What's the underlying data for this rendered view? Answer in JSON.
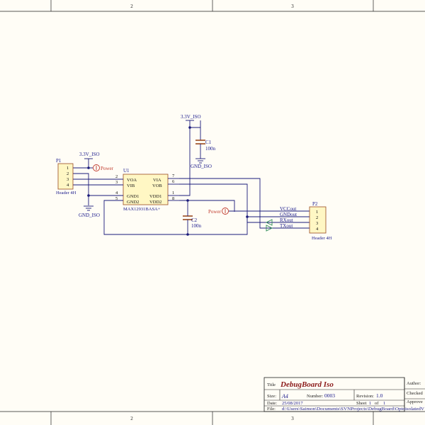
{
  "colors": {
    "background": "#fffdf6",
    "frame": "#222222",
    "wire": "#1a1a7a",
    "component": "#9a4a1e",
    "text_blue": "#1a1a8c",
    "text_red": "#c0392b",
    "title_red": "#8b1a1a",
    "green": "#2e8b57",
    "header_fill": "#fff7c4",
    "ic_fill": "#fff7c4"
  },
  "frame": {
    "top_zones": [
      "2",
      "3"
    ],
    "bottom_zones": [
      "2",
      "3"
    ]
  },
  "power_labels": {
    "p1_supply": "3.3V_ISO",
    "p1_ground": "GND_ISO",
    "c1_supply": "3.3V_ISO",
    "c1_ground": "GND_ISO"
  },
  "p1": {
    "designator": "P1",
    "name": "Header 4H",
    "pins": [
      "1",
      "2",
      "3",
      "4"
    ]
  },
  "p2": {
    "designator": "P2",
    "name": "Header 4H",
    "pins": [
      "1",
      "2",
      "3",
      "4"
    ]
  },
  "u1": {
    "designator": "U1",
    "part": "MAX12931BASA+",
    "left_pins": [
      {
        "num": "2",
        "name": "VOA"
      },
      {
        "num": "3",
        "name": "VIB"
      },
      {
        "num": "4",
        "name": "GND1"
      },
      {
        "num": "5",
        "name": "GND2"
      }
    ],
    "right_pins": [
      {
        "num": "7",
        "name": "VIA"
      },
      {
        "num": "6",
        "name": "VOB"
      },
      {
        "num": "1",
        "name": "VDD1"
      },
      {
        "num": "8",
        "name": "VDD2"
      }
    ]
  },
  "c1": {
    "designator": "C1",
    "value": "100n"
  },
  "c2": {
    "designator": "C2",
    "value": "100n"
  },
  "power_ports": {
    "left": "Power",
    "right": "Power"
  },
  "net_labels": [
    "VCCout",
    "GNDout",
    "RXout",
    "TXout"
  ],
  "title_block": {
    "title_key": "Title",
    "title": "DebugBoard Iso",
    "size_key": "Size:",
    "size": "A4",
    "number_key": "Number:",
    "number": "0003",
    "revision_key": "Revision:",
    "revision": "1.0",
    "date_key": "Date:",
    "date": "25/08/2017",
    "sheet_key": "Sheet",
    "sheet": "1",
    "of_key": "of",
    "sheet_total": "1",
    "file_key": "File:",
    "file": "d:\\Users\\Saimon\\Documents\\SVNProjects\\DebugBoard\\OptoisolatedV",
    "author_key": "Author:",
    "checked_key": "Checked",
    "approved_key": "Approve"
  }
}
